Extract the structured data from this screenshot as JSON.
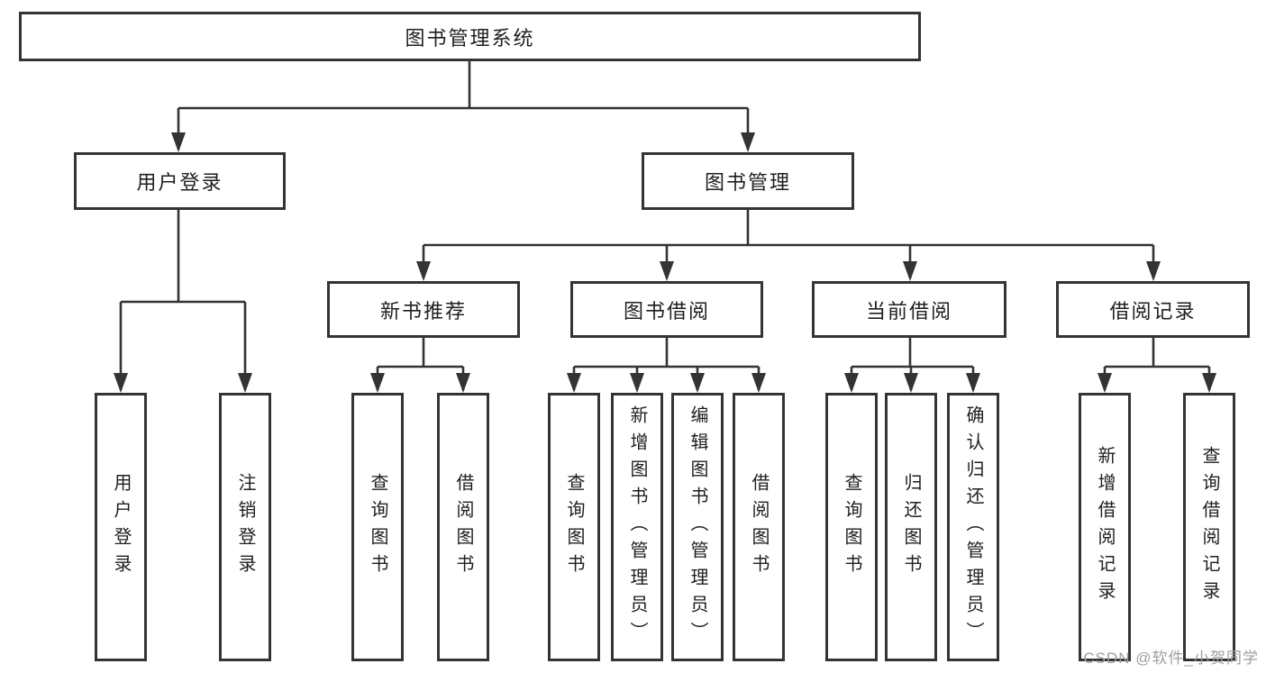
{
  "diagram": {
    "title_node": {
      "label": "图书管理系统"
    },
    "level2": {
      "user_login": {
        "label": "用户登录"
      },
      "book_mgmt": {
        "label": "图书管理"
      }
    },
    "level3": {
      "new_book_recommend": {
        "label": "新书推荐"
      },
      "book_borrow": {
        "label": "图书借阅"
      },
      "current_borrow": {
        "label": "当前借阅"
      },
      "borrow_records": {
        "label": "借阅记录"
      }
    },
    "leaves": {
      "login": [
        {
          "label": "用户登录"
        },
        {
          "label": "注销登录"
        }
      ],
      "recommend": [
        {
          "label": "查询图书"
        },
        {
          "label": "借阅图书"
        }
      ],
      "borrow": [
        {
          "label": "查询图书"
        },
        {
          "label": "新增图书（管理员）"
        },
        {
          "label": "编辑图书（管理员）"
        },
        {
          "label": "借阅图书"
        }
      ],
      "current": [
        {
          "label": "查询图书"
        },
        {
          "label": "归还图书"
        },
        {
          "label": "确认归还（管理员）"
        }
      ],
      "records": [
        {
          "label": "新增借阅记录"
        },
        {
          "label": "查询借阅记录"
        }
      ]
    },
    "watermark": "CSDN @软件_小贺同学",
    "colors": {
      "line": "#333333",
      "box_border": "#343434",
      "text": "#1f1f1f",
      "watermark": "#9e9e9e",
      "background": "#ffffff"
    }
  }
}
